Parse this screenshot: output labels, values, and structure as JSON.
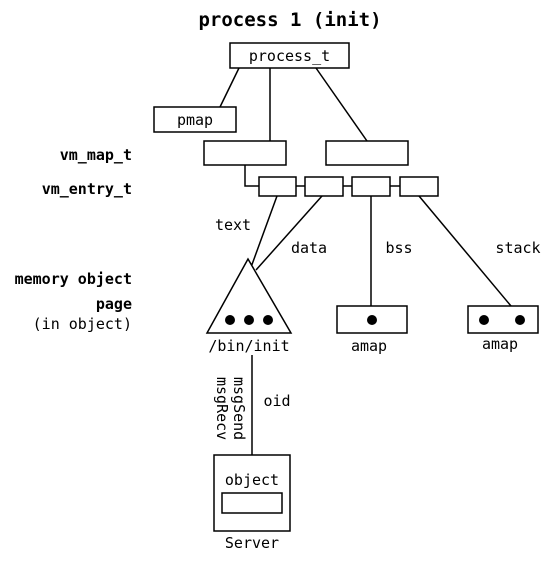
{
  "title": "process 1 (init)",
  "nodes": {
    "process_t": "process_t",
    "pmap": "pmap",
    "bin_init": "/bin/init",
    "amap_left": "amap",
    "amap_right": "amap",
    "object": "object",
    "server": "Server"
  },
  "row_labels": {
    "vm_map_t": "vm_map_t",
    "vm_entry_t": "vm_entry_t",
    "memory_object": "memory object",
    "page": "page",
    "page_sub": "(in object)"
  },
  "edge_labels": {
    "text": "text",
    "data": "data",
    "bss": "bss",
    "stack": "stack",
    "oid": "oid",
    "msgSend": "msgSend",
    "msgRecv": "msgRecv"
  }
}
